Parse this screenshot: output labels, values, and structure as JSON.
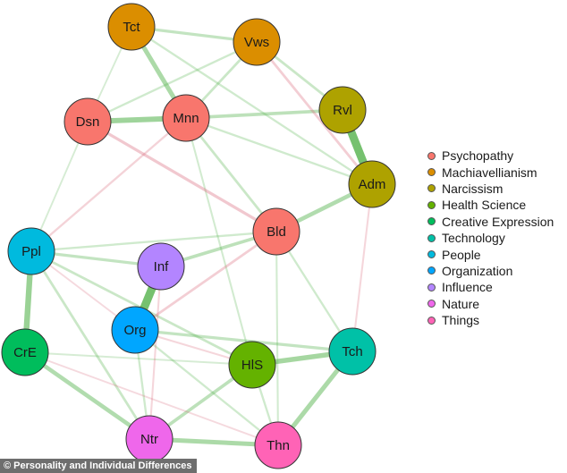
{
  "legend": [
    {
      "label": "Psychopathy",
      "color": "#f8766d"
    },
    {
      "label": "Machiavellianism",
      "color": "#db8e00"
    },
    {
      "label": "Narcissism",
      "color": "#aea200"
    },
    {
      "label": "Health Science",
      "color": "#64b200"
    },
    {
      "label": "Creative Expression",
      "color": "#00bd5c"
    },
    {
      "label": "Technology",
      "color": "#00c1a7"
    },
    {
      "label": "People",
      "color": "#00bade"
    },
    {
      "label": "Organization",
      "color": "#00a6ff"
    },
    {
      "label": "Influence",
      "color": "#b385ff"
    },
    {
      "label": "Nature",
      "color": "#ef67eb"
    },
    {
      "label": "Things",
      "color": "#ff63b6"
    }
  ],
  "nodes": [
    {
      "id": "Tct",
      "label": "Tct",
      "group": "Machiavellianism"
    },
    {
      "id": "Vws",
      "label": "Vws",
      "group": "Machiavellianism"
    },
    {
      "id": "Dsn",
      "label": "Dsn",
      "group": "Psychopathy"
    },
    {
      "id": "Mnn",
      "label": "Mnn",
      "group": "Psychopathy"
    },
    {
      "id": "Rvl",
      "label": "Rvl",
      "group": "Narcissism"
    },
    {
      "id": "Adm",
      "label": "Adm",
      "group": "Narcissism"
    },
    {
      "id": "Bld",
      "label": "Bld",
      "group": "Psychopathy"
    },
    {
      "id": "Ppl",
      "label": "Ppl",
      "group": "People"
    },
    {
      "id": "Inf",
      "label": "Inf",
      "group": "Influence"
    },
    {
      "id": "Org",
      "label": "Org",
      "group": "Organization"
    },
    {
      "id": "CrE",
      "label": "CrE",
      "group": "Creative Expression"
    },
    {
      "id": "HlS",
      "label": "HlS",
      "group": "Health Science"
    },
    {
      "id": "Tch",
      "label": "Tch",
      "group": "Technology"
    },
    {
      "id": "Ntr",
      "label": "Ntr",
      "group": "Nature"
    },
    {
      "id": "Thn",
      "label": "Thn",
      "group": "Things"
    }
  ],
  "edges": [
    {
      "from": "Rvl",
      "to": "Adm",
      "sign": "positive",
      "strength": 0.9
    },
    {
      "from": "Inf",
      "to": "Org",
      "sign": "positive",
      "strength": 0.9
    },
    {
      "from": "Ppl",
      "to": "CrE",
      "sign": "positive",
      "strength": 0.6
    },
    {
      "from": "Dsn",
      "to": "Mnn",
      "sign": "positive",
      "strength": 0.55
    },
    {
      "from": "Tct",
      "to": "Mnn",
      "sign": "positive",
      "strength": 0.45
    },
    {
      "from": "HlS",
      "to": "Tch",
      "sign": "positive",
      "strength": 0.5
    },
    {
      "from": "Ntr",
      "to": "Thn",
      "sign": "positive",
      "strength": 0.45
    },
    {
      "from": "Tch",
      "to": "Thn",
      "sign": "positive",
      "strength": 0.45
    },
    {
      "from": "Bld",
      "to": "Adm",
      "sign": "positive",
      "strength": 0.4
    },
    {
      "from": "CrE",
      "to": "Ntr",
      "sign": "positive",
      "strength": 0.4
    },
    {
      "from": "Mnn",
      "to": "Rvl",
      "sign": "positive",
      "strength": 0.3
    },
    {
      "from": "Tct",
      "to": "Vws",
      "sign": "positive",
      "strength": 0.25
    },
    {
      "from": "Inf",
      "to": "Bld",
      "sign": "positive",
      "strength": 0.3
    },
    {
      "from": "Mnn",
      "to": "Bld",
      "sign": "positive",
      "strength": 0.2
    },
    {
      "from": "Ppl",
      "to": "Inf",
      "sign": "positive",
      "strength": 0.25
    },
    {
      "from": "Ntr",
      "to": "HlS",
      "sign": "positive",
      "strength": 0.3
    },
    {
      "from": "Vws",
      "to": "Rvl",
      "sign": "positive",
      "strength": 0.2
    },
    {
      "from": "Mnn",
      "to": "Vws",
      "sign": "positive",
      "strength": 0.2
    },
    {
      "from": "Dsn",
      "to": "Vws",
      "sign": "positive",
      "strength": 0.15
    },
    {
      "from": "Tct",
      "to": "Adm",
      "sign": "positive",
      "strength": 0.15
    },
    {
      "from": "Org",
      "to": "Tch",
      "sign": "positive",
      "strength": 0.25
    },
    {
      "from": "Ppl",
      "to": "Ntr",
      "sign": "positive",
      "strength": 0.2
    },
    {
      "from": "Ppl",
      "to": "HlS",
      "sign": "positive",
      "strength": 0.2
    },
    {
      "from": "Bld",
      "to": "Tch",
      "sign": "positive",
      "strength": 0.15
    },
    {
      "from": "Bld",
      "to": "Ppl",
      "sign": "positive",
      "strength": 0.15
    },
    {
      "from": "Adm",
      "to": "Mnn",
      "sign": "positive",
      "strength": 0.15
    },
    {
      "from": "Dsn",
      "to": "Ppl",
      "sign": "positive",
      "strength": 0.1
    },
    {
      "from": "HlS",
      "to": "Thn",
      "sign": "positive",
      "strength": 0.15
    },
    {
      "from": "Org",
      "to": "Ntr",
      "sign": "positive",
      "strength": 0.15
    },
    {
      "from": "CrE",
      "to": "HlS",
      "sign": "positive",
      "strength": 0.1
    },
    {
      "from": "Org",
      "to": "Thn",
      "sign": "positive",
      "strength": 0.15
    },
    {
      "from": "Mnn",
      "to": "HlS",
      "sign": "positive",
      "strength": 0.12
    },
    {
      "from": "Bld",
      "to": "Thn",
      "sign": "positive",
      "strength": 0.12
    },
    {
      "from": "Dsn",
      "to": "Bld",
      "sign": "negative",
      "strength": 0.25
    },
    {
      "from": "Vws",
      "to": "Adm",
      "sign": "negative",
      "strength": 0.2
    },
    {
      "from": "Mnn",
      "to": "Ppl",
      "sign": "negative",
      "strength": 0.15
    },
    {
      "from": "Bld",
      "to": "Org",
      "sign": "negative",
      "strength": 0.2
    },
    {
      "from": "Org",
      "to": "HlS",
      "sign": "negative",
      "strength": 0.12
    },
    {
      "from": "Inf",
      "to": "Ntr",
      "sign": "negative",
      "strength": 0.12
    },
    {
      "from": "Adm",
      "to": "Tch",
      "sign": "negative",
      "strength": 0.12
    },
    {
      "from": "Ppl",
      "to": "Org",
      "sign": "negative",
      "strength": 0.1
    },
    {
      "from": "CrE",
      "to": "Thn",
      "sign": "negative",
      "strength": 0.1
    },
    {
      "from": "Tct",
      "to": "Dsn",
      "sign": "positive",
      "strength": 0.1
    }
  ],
  "credit": "© Personality and Individual Differences"
}
